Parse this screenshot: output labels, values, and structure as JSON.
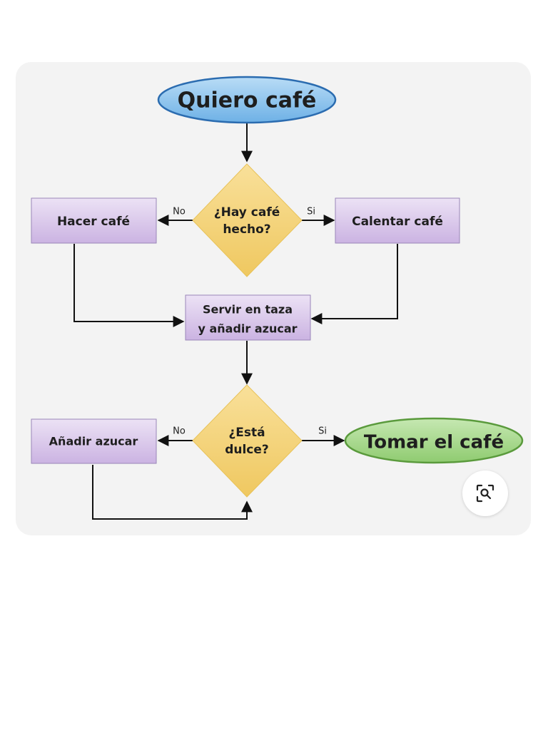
{
  "nodes": {
    "start": {
      "label": "Quiero café"
    },
    "decision_coffee": {
      "line1": "¿Hay café",
      "line2": "hecho?"
    },
    "make_coffee": {
      "label": "Hacer café"
    },
    "heat_coffee": {
      "label": "Calentar café"
    },
    "serve": {
      "line1": "Servir en taza",
      "line2": "y añadir azucar"
    },
    "decision_sweet": {
      "line1": "¿Está",
      "line2": "dulce?"
    },
    "add_sugar": {
      "label": "Añadir azucar"
    },
    "end": {
      "label": "Tomar el café"
    }
  },
  "edges": {
    "coffee_no": "No",
    "coffee_yes": "Si",
    "sweet_no": "No",
    "sweet_yes": "Si"
  },
  "colors": {
    "terminal_start_fill": "#8ec5f0",
    "terminal_start_stroke": "#2b6cb0",
    "terminal_end_fill": "#a9d98f",
    "terminal_end_stroke": "#5a9a3c",
    "decision_fill": "#f5d47a",
    "process_fill": "#dcc8ec",
    "process_stroke": "#9a86b8"
  },
  "icons": {
    "lens": "visual-search-icon"
  }
}
